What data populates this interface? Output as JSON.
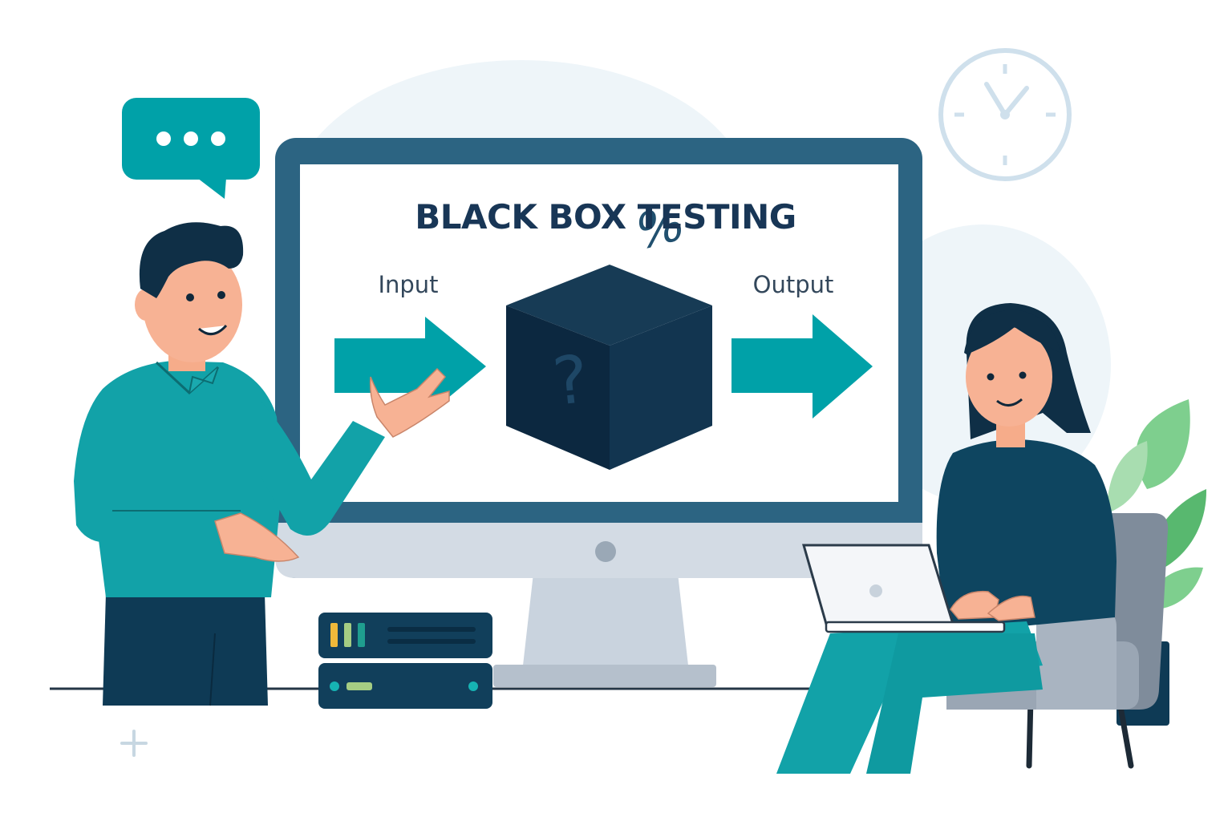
{
  "screen": {
    "title": "BLACK BOX TESTING",
    "input_label": "Input",
    "output_label": "Output"
  },
  "icons": {
    "speech_bubble": "speech-bubble-ellipsis-icon",
    "clock": "wall-clock-icon",
    "cube": "black-box-cube-icon",
    "plus": "plus-icon",
    "arrows": "arrow-right-icon",
    "cube_glyphs": [
      "?",
      "%"
    ]
  },
  "colors": {
    "teal": "#00a1a8",
    "navy": "#0e3a55",
    "monitor_frame": "#2c6482",
    "monitor_base": "#c9d3de",
    "chair": "#8e9aa8",
    "plant": "#4fb070",
    "clock": "#cfe0ec"
  }
}
